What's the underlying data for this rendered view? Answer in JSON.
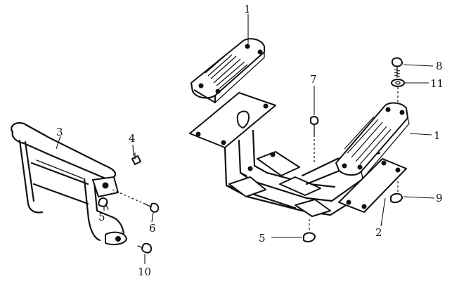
{
  "callouts": [
    {
      "id": "c1a",
      "text": "1"
    },
    {
      "id": "c1b",
      "text": "1"
    },
    {
      "id": "c2",
      "text": "2"
    },
    {
      "id": "c3",
      "text": "3"
    },
    {
      "id": "c4",
      "text": "4"
    },
    {
      "id": "c5a",
      "text": "5"
    },
    {
      "id": "c5b",
      "text": "5"
    },
    {
      "id": "c6",
      "text": "6"
    },
    {
      "id": "c7",
      "text": "7"
    },
    {
      "id": "c8",
      "text": "8"
    },
    {
      "id": "c9",
      "text": "9"
    },
    {
      "id": "c10",
      "text": "10"
    },
    {
      "id": "c11",
      "text": "11"
    }
  ]
}
